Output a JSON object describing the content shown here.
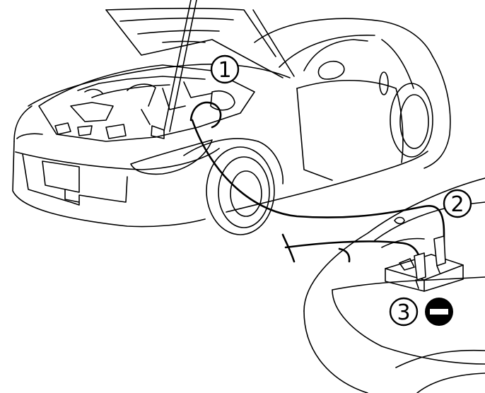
{
  "diagram": {
    "callouts": [
      {
        "label": "1"
      },
      {
        "label": "2"
      },
      {
        "label": "3"
      }
    ],
    "terminal_symbol": "negative-terminal"
  }
}
